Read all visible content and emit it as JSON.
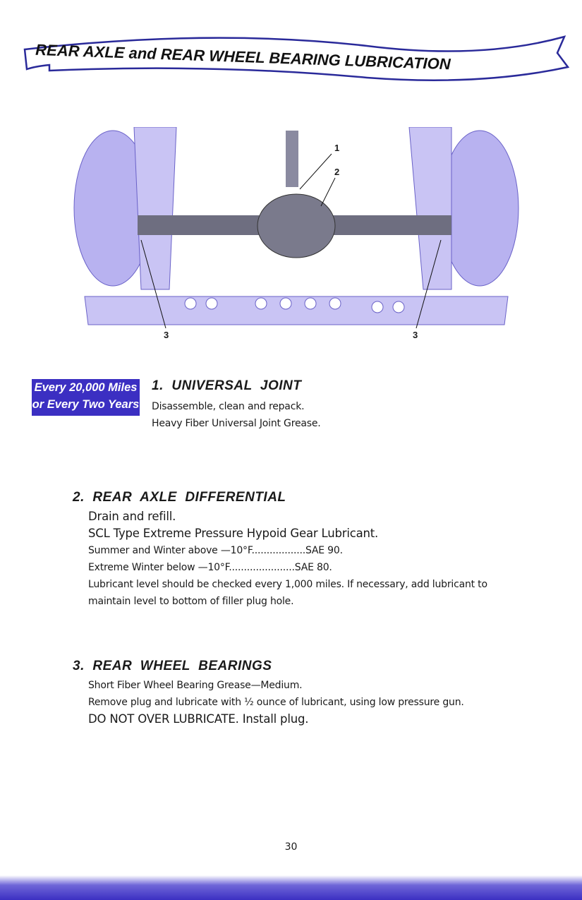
{
  "header": {
    "title": "REAR AXLE and REAR WHEEL BEARING LUBRICATION"
  },
  "illustration": {
    "callouts": [
      "1",
      "2",
      "3",
      "3"
    ]
  },
  "badge": {
    "line1": "Every 20,000 Miles",
    "line2": "or Every Two Years"
  },
  "sections": [
    {
      "heading": "1.  UNIVERSAL  JOINT",
      "lines": [
        "Disassemble, clean and repack.",
        "Heavy Fiber Universal Joint Grease."
      ]
    },
    {
      "heading": "2.  REAR  AXLE  DIFFERENTIAL",
      "lines": [
        "Drain and refill.",
        "SCL Type Extreme Pressure Hypoid Gear Lubricant.",
        "Summer and Winter above —10°F..................SAE 90.",
        "Extreme Winter below —10°F......................SAE 80.",
        "Lubricant level should be checked every 1,000 miles. If necessary, add lubricant to",
        "maintain level to bottom of filler plug hole."
      ]
    },
    {
      "heading": "3.  REAR  WHEEL  BEARINGS",
      "lines": [
        "Short Fiber Wheel Bearing Grease—Medium.",
        "Remove plug and lubricate with ½ ounce of lubricant, using low pressure gun.",
        "DO NOT OVER LUBRICATE. Install plug."
      ]
    }
  ],
  "footer": {
    "page_number": "30"
  },
  "colors": {
    "accent": "#3b2fc2",
    "illustration": "#b8b2f0"
  }
}
